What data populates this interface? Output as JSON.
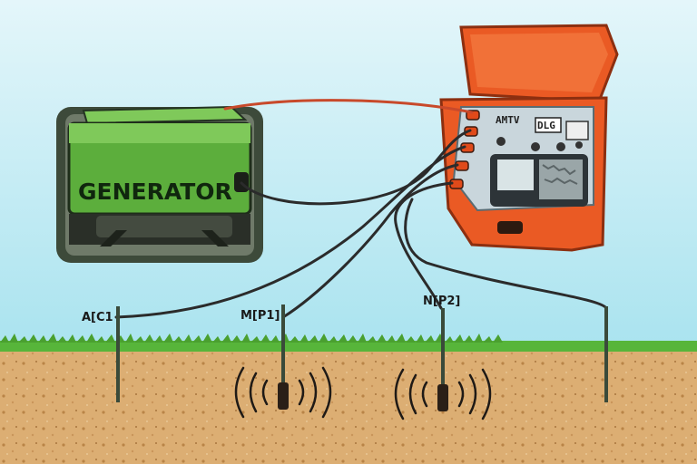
{
  "generator": {
    "label": "GENERATOR"
  },
  "meter": {
    "brand": "AMTV",
    "display_tag": "DLG"
  },
  "electrodes": [
    {
      "id": "a",
      "label": "A[C1"
    },
    {
      "id": "m",
      "label": "M[P1]"
    },
    {
      "id": "n",
      "label": "N[P2]"
    },
    {
      "id": "b",
      "label": ""
    }
  ],
  "colors": {
    "sky": "#bfe9f2",
    "grass": "#57b53a",
    "soil": "#dcae73",
    "generator_green": "#5cae3c",
    "meter_orange": "#ea5a24",
    "cable": "#2b2b2b"
  }
}
